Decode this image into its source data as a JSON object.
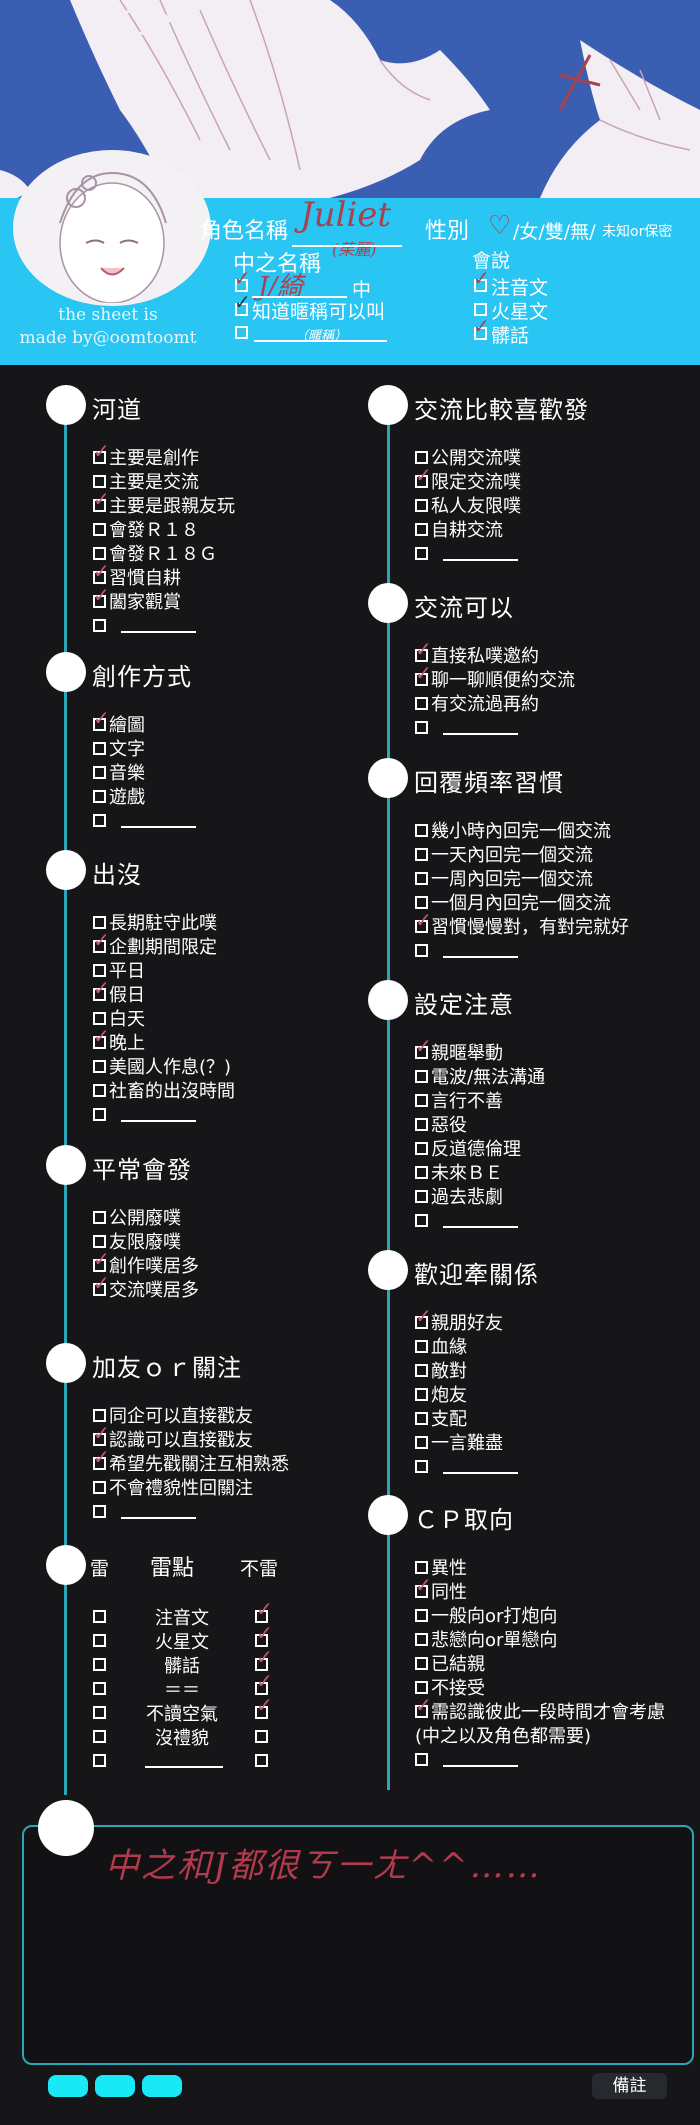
{
  "header": {
    "credit_line1": "the sheet is",
    "credit_line2": "made by@oomtoomt",
    "role_name_label": "角色名稱",
    "role_name_value": "Juliet",
    "role_name_note": "(茱麗)",
    "gender_label": "性別",
    "gender_options": "/女/雙/無/",
    "gender_small": "未知or保密",
    "zhongzhi_label": "中之名稱",
    "zhongzhi_value": "J/綺",
    "zhongzhi_suffix": "中",
    "zhongzhi_opt2": "知道暱稱可以叫",
    "nickname_placeholder": "（暱稱）",
    "speak_label": "會說",
    "speak_opts": [
      "注音文",
      "火星文",
      "髒話"
    ]
  },
  "left_sections": [
    {
      "title": "河道",
      "items": [
        "主要是創作",
        "主要是交流",
        "主要是跟親友玩",
        "會發Ｒ１８",
        "會發Ｒ１８Ｇ",
        "習慣自耕",
        "闔家觀賞",
        ""
      ],
      "checked": [
        0,
        2,
        5,
        6
      ]
    },
    {
      "title": "創作方式",
      "items": [
        "繪圖",
        "文字",
        "音樂",
        "遊戲",
        ""
      ],
      "checked": [
        0
      ]
    },
    {
      "title": "出沒",
      "items": [
        "長期駐守此噗",
        "企劃期間限定",
        "平日",
        "假日",
        "白天",
        "晚上",
        "美國人作息(？)",
        "社畜的出沒時間",
        ""
      ],
      "checked": [
        1,
        3,
        5
      ]
    },
    {
      "title": "平常會發",
      "items": [
        "公開廢噗",
        "友限廢噗",
        "創作噗居多",
        "交流噗居多"
      ],
      "checked": [
        2,
        3
      ]
    },
    {
      "title": "加友ｏｒ關注",
      "items": [
        "同企可以直接戳友",
        "認識可以直接戳友",
        "希望先戳關注互相熟悉",
        "不會禮貌性回關注",
        ""
      ],
      "checked": [
        1,
        2
      ]
    }
  ],
  "thunder": {
    "col_left": "雷",
    "title": "雷點",
    "col_right": "不雷",
    "rows": [
      "注音文",
      "火星文",
      "髒話",
      "＝＝",
      "不讀空氣",
      "沒禮貌",
      ""
    ],
    "right_checked": [
      0,
      1,
      2,
      3,
      4
    ]
  },
  "right_sections": [
    {
      "title": "交流比較喜歡發",
      "items": [
        "公開交流噗",
        "限定交流噗",
        "私人友限噗",
        "自耕交流",
        ""
      ],
      "checked": [
        1
      ]
    },
    {
      "title": "交流可以",
      "items": [
        "直接私噗邀約",
        "聊一聊順便約交流",
        "有交流過再約",
        ""
      ],
      "checked": [
        0,
        1
      ]
    },
    {
      "title": "回覆頻率習慣",
      "items": [
        "幾小時內回完一個交流",
        "一天內回完一個交流",
        "一周內回完一個交流",
        "一個月內回完一個交流",
        "習慣慢慢對，有對完就好",
        ""
      ],
      "checked": [
        4
      ]
    },
    {
      "title": "設定注意",
      "items": [
        "親暱舉動",
        "電波/無法溝通",
        "言行不善",
        "惡役",
        "反道德倫理",
        "未來ＢＥ",
        "過去悲劇",
        ""
      ],
      "checked": [
        0
      ]
    },
    {
      "title": "歡迎牽關係",
      "items": [
        "親朋好友",
        "血緣",
        "敵對",
        "炮友",
        "支配",
        "一言難盡",
        ""
      ],
      "checked": [
        0
      ]
    },
    {
      "title": "ＣＰ取向",
      "items": [
        "異性",
        "同性",
        "一般向or打炮向",
        "悲戀向or單戀向",
        "已結親",
        "不接受",
        "需認識彼此一段時間才會考慮",
        ""
      ],
      "checked": [
        1,
        6
      ],
      "extra_line": "(中之以及角色都需要)"
    }
  ],
  "notes": {
    "text": "中之和J都很ㄎ一ㄤ^^……",
    "remark_label": "備註"
  },
  "colors": {
    "accent": "#29c5f3",
    "line": "#2aa6b6",
    "header_bg": "#3a5fb2",
    "pen": "#a8424e"
  }
}
